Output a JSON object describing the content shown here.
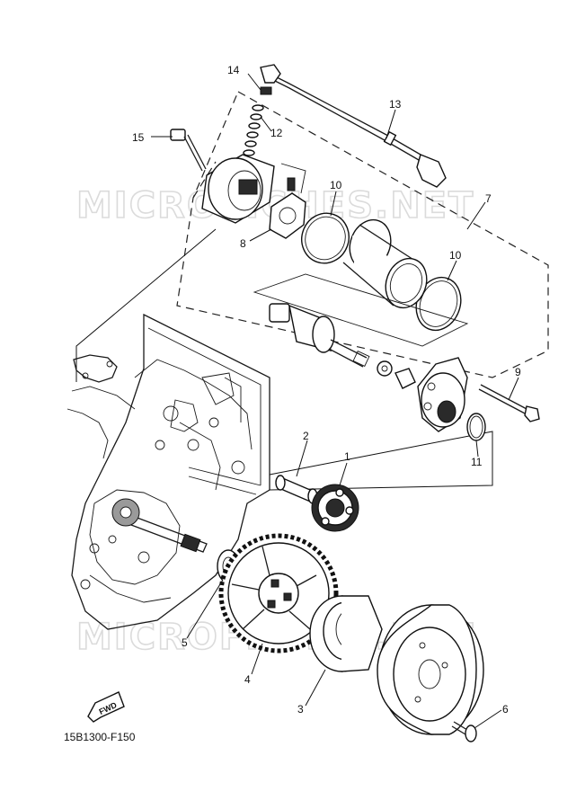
{
  "watermarks": [
    "MICROFICHES.NET",
    "MICROFICHES.NET"
  ],
  "diagram_code": "15B1300-F150",
  "fwd_label": "FWD",
  "callouts": [
    "1",
    "2",
    "3",
    "4",
    "5",
    "6",
    "7",
    "8",
    "9",
    "10",
    "10",
    "11",
    "12",
    "13",
    "14",
    "15"
  ]
}
